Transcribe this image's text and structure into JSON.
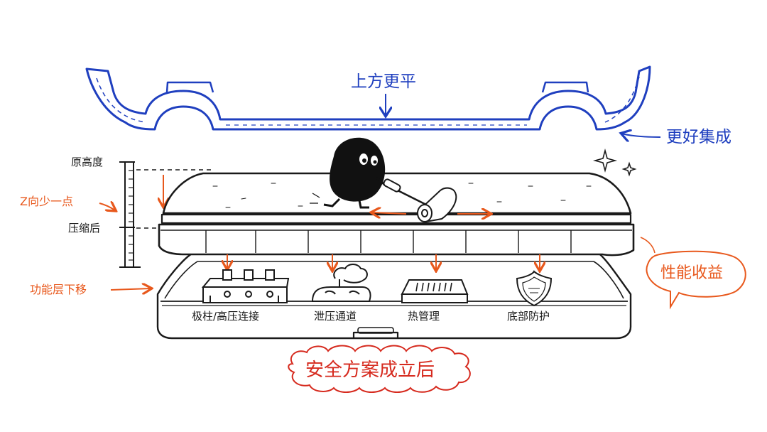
{
  "colors": {
    "blue": "#1f3fbf",
    "orange": "#e8581c",
    "red": "#d62a1e",
    "ink": "#1a1a1a"
  },
  "labels": {
    "top_flatter": "上方更平",
    "better_integration": "更好集成",
    "original_height": "原高度",
    "z_less": "Z向少一点",
    "after_compress": "压缩后",
    "function_layer_down": "功能层下移",
    "performance_gain": "性能收益",
    "after_safety": "安全方案成立后"
  },
  "modules": [
    {
      "label": "极柱/高压连接",
      "icon": "terminal-block-icon"
    },
    {
      "label": "泄压通道",
      "icon": "vent-steam-icon"
    },
    {
      "label": "热管理",
      "icon": "cooling-plate-icon"
    },
    {
      "label": "底部防护",
      "icon": "shield-icon"
    }
  ]
}
